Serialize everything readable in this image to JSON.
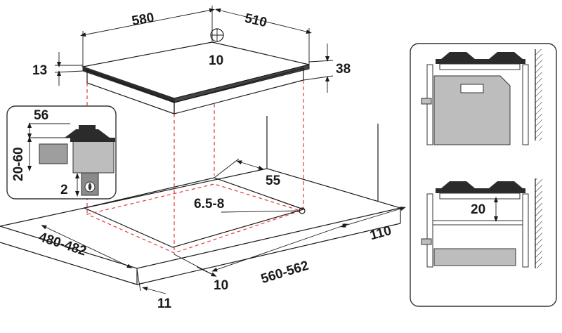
{
  "dimensions": {
    "width_580": "580",
    "depth_510": "510",
    "center_10": "10",
    "thickness_13": "13",
    "height_38": "38",
    "detail_56": "56",
    "detail_20_60": "20-60",
    "detail_2": "2",
    "cutout_55": "55",
    "gas_6_5_8": "6.5-8",
    "cutout_depth": "480-482",
    "cutout_width": "560-562",
    "rear_110": "110",
    "front_10": "10",
    "front_11": "11",
    "gap_20": "20"
  },
  "colors": {
    "outline": "#1a1a1a",
    "guide_dash": "#e03a3a",
    "fill_gray": "#bdbdbd",
    "panel_border": "#333333"
  },
  "icons": [
    "gas-flame-icon",
    "burner-icon",
    "arrow-icon"
  ]
}
